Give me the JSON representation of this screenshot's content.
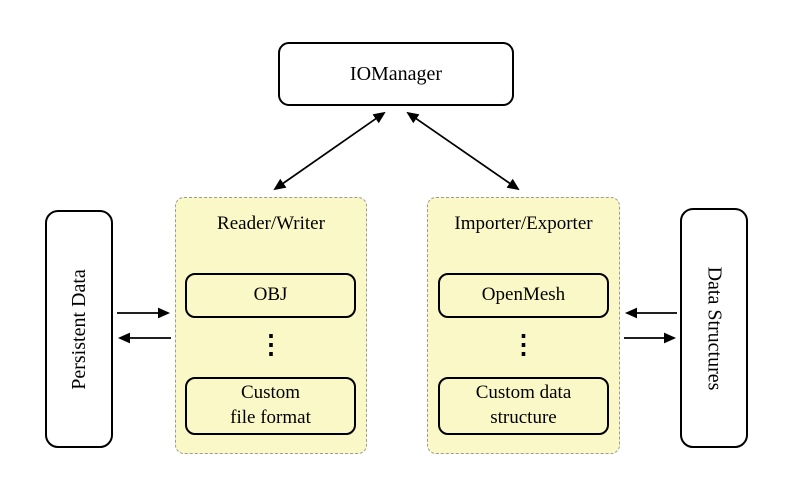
{
  "diagram": {
    "nodes": {
      "iomanager": {
        "label": "IOManager"
      },
      "persistent_data": {
        "label": "Persistent Data"
      },
      "data_structures": {
        "label": "Data Structures"
      }
    },
    "panels": {
      "reader_writer": {
        "title": "Reader/Writer",
        "items": [
          {
            "label": "OBJ"
          },
          {
            "label": "⋮",
            "type": "vertical-ellipsis"
          },
          {
            "label": "Custom\nfile format"
          }
        ]
      },
      "importer_exporter": {
        "title": "Importer/Exporter",
        "items": [
          {
            "label": "OpenMesh"
          },
          {
            "label": "⋮",
            "type": "vertical-ellipsis"
          },
          {
            "label": "Custom data\nstructure"
          }
        ]
      }
    },
    "connections": [
      {
        "from": "iomanager",
        "to": "reader_writer",
        "direction": "both"
      },
      {
        "from": "iomanager",
        "to": "importer_exporter",
        "direction": "both"
      },
      {
        "from": "persistent_data",
        "to": "reader_writer",
        "direction": "forward"
      },
      {
        "from": "reader_writer",
        "to": "persistent_data",
        "direction": "forward"
      },
      {
        "from": "data_structures",
        "to": "importer_exporter",
        "direction": "forward"
      },
      {
        "from": "importer_exporter",
        "to": "data_structures",
        "direction": "forward"
      }
    ],
    "colors": {
      "panel_fill": "#FBF8C8",
      "panel_border": "#9B9B9B",
      "node_border": "#000000",
      "node_fill": "#FFFFFF",
      "arrow": "#000000",
      "background": "#FFFFFF"
    }
  }
}
